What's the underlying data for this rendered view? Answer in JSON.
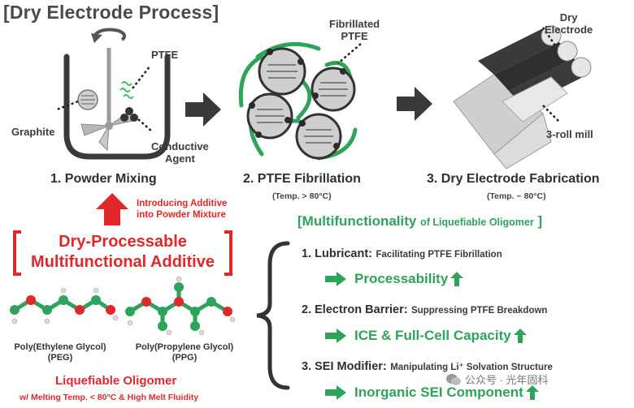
{
  "title": "[Dry Electrode Process]",
  "step1": {
    "label": "1. Powder Mixing",
    "ptfe": "PTFE",
    "graphite": "Graphite",
    "conductive": "Conductive",
    "agent": "Agent"
  },
  "step2": {
    "label": "2. PTFE Fibrillation",
    "temp": "(Temp. > 80°C)",
    "fibrillated": "Fibrillated",
    "ptfe": "PTFE"
  },
  "step3": {
    "label": "3. Dry Electrode Fabrication",
    "temp": "(Temp. ~ 80°C)",
    "dry": "Dry",
    "electrode": "Electrode",
    "mill": "3-roll mill"
  },
  "introducing": {
    "line1": "Introducing Additive",
    "line2": "into Powder Mixture"
  },
  "additive": {
    "line1": "Dry-Processable",
    "line2": "Multifunctional Additive"
  },
  "molecules": {
    "peg_line1": "Poly(Ethylene Glycol)",
    "peg_line2": "(PEG)",
    "ppg_line1": "Poly(Propylene Glycol)",
    "ppg_line2": "(PPG)"
  },
  "oligomer": {
    "title": "Liquefiable Oligomer",
    "sub": "w/ Melting Temp. < 80°C & High Melt Fluidity"
  },
  "multifunctionality": {
    "big": "[Multifunctionality",
    "small": "of Liquefiable Oligomer",
    "close": "]"
  },
  "items": [
    {
      "head": "1. Lubricant:",
      "desc": "Facilitating PTFE Fibrillation",
      "outcome": "Processability"
    },
    {
      "head": "2. Electron Barrier:",
      "desc": "Suppressing PTFE Breakdown",
      "outcome": "ICE & Full-Cell Capacity"
    },
    {
      "head": "3. SEI Modifier:",
      "desc": "Manipulating Li⁺ Solvation Structure",
      "outcome": "Inorganic SEI Component"
    }
  ],
  "watermark": "公众号 · 光年固科",
  "colors": {
    "accent_red": "#e0282c",
    "accent_green": "#2fa35a",
    "dark": "#3a3a3a"
  }
}
